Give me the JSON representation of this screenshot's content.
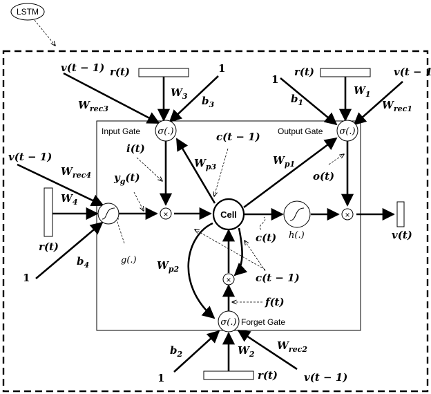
{
  "badge": "LSTM",
  "nodes": {
    "input_gate": {
      "title": "Input Gate",
      "fn": "σ(.)"
    },
    "output_gate": {
      "title": "Output Gate",
      "fn": "σ(.)"
    },
    "forget_gate": {
      "title": "Forget Gate",
      "fn": "σ(.)"
    },
    "cell": "Cell",
    "g_label": "g(.)",
    "h_label": "h(.)",
    "multiply_symbol": "×"
  },
  "labels": {
    "v_in_left_top": "v(t − 1)",
    "r_top_left": "r(t)",
    "one_top_left": "1",
    "W_rec3": "W",
    "W_rec3_sub": "rec3",
    "W3": "W",
    "W3_sub": "3",
    "b3": "b",
    "b3_sub": "3",
    "one_top_right": "1",
    "r_top_right": "r(t)",
    "v_top_right": "v(t − 1",
    "b1": "b",
    "b1_sub": "1",
    "W1": "W",
    "W1_sub": "1",
    "W_rec1": "W",
    "W_rec1_sub": "rec1",
    "i_t": "i(t)",
    "c_t1_top": "c(t − 1)",
    "W_p3": "W",
    "W_p3_sub": "p3",
    "W_p1": "W",
    "W_p1_sub": "p1",
    "o_t": "o(t)",
    "v_left": "v(t − 1)",
    "W_rec4": "W",
    "W_rec4_sub": "rec4",
    "y_g": "y",
    "y_g_sub": "g",
    "y_g_tail": "(t)",
    "W4": "W",
    "W4_sub": "4",
    "r_left": "r(t)",
    "b4": "b",
    "b4_sub": "4",
    "one_left": "1",
    "c_t": "c(t)",
    "v_out": "v(t)",
    "W_p2": "W",
    "W_p2_sub": "p2",
    "c_t1_bottom": "c(t − 1)",
    "f_t": "f(t)",
    "b2": "b",
    "b2_sub": "2",
    "W2": "W",
    "W2_sub": "2",
    "W_rec2": "W",
    "W_rec2_sub": "rec2",
    "one_bottom": "1",
    "r_bottom": "r(t)",
    "v_bottom": "v(t − 1)"
  }
}
